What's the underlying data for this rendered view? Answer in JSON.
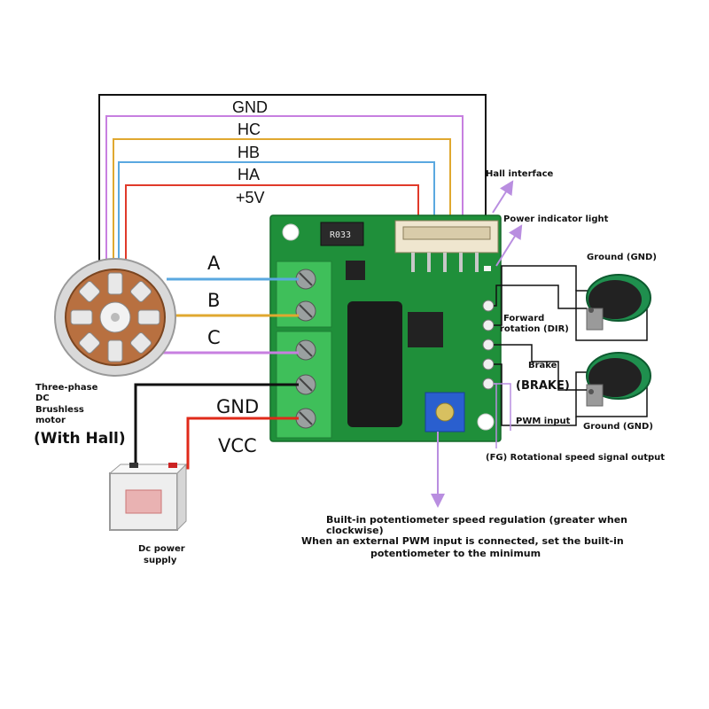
{
  "colors": {
    "gnd": "#111111",
    "hc": "#c77fe0",
    "hb": "#e0a830",
    "ha": "#5aa8e0",
    "v5": "#e03a2a",
    "phase_a": "#5aa8e0",
    "phase_b": "#e0a830",
    "phase_c": "#c77fe0",
    "power_gnd": "#111111",
    "power_vcc": "#e02a1a",
    "arrow": "#b98ee0",
    "pcb": "#1f8f3a",
    "terminal": "#3fbf5a"
  },
  "hall_wires": {
    "gnd": "GND",
    "hc": "HC",
    "hb": "HB",
    "ha": "HA",
    "v5": "+5V"
  },
  "phase_wires": {
    "a": "A",
    "b": "B",
    "c": "C"
  },
  "power_wires": {
    "gnd": "GND",
    "vcc": "VCC"
  },
  "board": {
    "resistor_label": "R033"
  },
  "annotations": {
    "hall_interface": "Hall interface",
    "power_indicator": "Power indicator light",
    "ground_top": "Ground (GND)",
    "forward_rotation": "Forward\nrotation (DIR)",
    "brake": "Brake",
    "brake_caps": "(BRAKE)",
    "pwm_input": "PWM input",
    "ground_bottom": "Ground (GND)",
    "fg_output": "(FG) Rotational speed signal output",
    "potentiometer_line1": "Built-in potentiometer speed regulation (greater when",
    "potentiometer_line2": "clockwise)",
    "potentiometer_line3": "When an external PWM input is connected, set the built-in",
    "potentiometer_line4": "potentiometer to the minimum"
  },
  "motor": {
    "line1": "Three-phase",
    "line2": "DC",
    "line3": "Brushless",
    "line4": "motor",
    "with_hall": "(With Hall)"
  },
  "power_supply": {
    "line1": "Dc power",
    "line2": "supply"
  }
}
